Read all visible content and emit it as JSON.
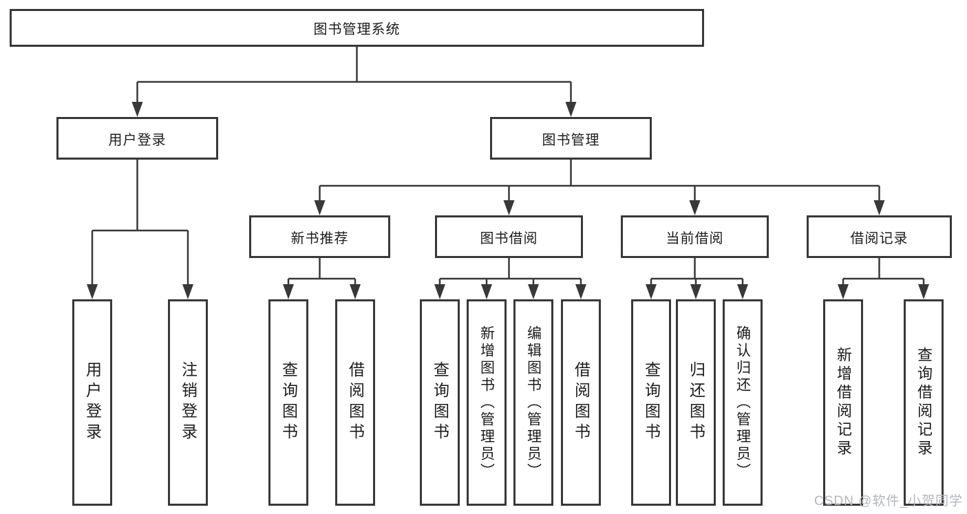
{
  "diagram_title": "图书管理系统",
  "root": {
    "label": "图书管理系统"
  },
  "level2": {
    "user_login": {
      "label": "用户登录"
    },
    "book_mgmt": {
      "label": "图书管理"
    }
  },
  "level3": {
    "new_books": {
      "label": "新书推荐"
    },
    "book_borrow": {
      "label": "图书借阅"
    },
    "current_borrow": {
      "label": "当前借阅"
    },
    "borrow_records": {
      "label": "借阅记录"
    }
  },
  "leaves": {
    "user_login_leaf": {
      "label": "用户登录"
    },
    "logout": {
      "label": "注销登录"
    },
    "query_books_1": {
      "label": "查询图书"
    },
    "borrow_books_1": {
      "label": "借阅图书"
    },
    "query_books_2": {
      "label": "查询图书"
    },
    "add_books_admin": {
      "label": "新增图书（管理员）"
    },
    "edit_books_admin": {
      "label": "编辑图书（管理员）"
    },
    "borrow_books_2": {
      "label": "借阅图书"
    },
    "query_books_3": {
      "label": "查询图书"
    },
    "return_books": {
      "label": "归还图书"
    },
    "confirm_return_admin": {
      "label": "确认归还（管理员）"
    },
    "add_borrow_record": {
      "label": "新增借阅记录"
    },
    "query_borrow_record": {
      "label": "查询借阅记录"
    }
  },
  "watermark": {
    "text": "CSDN @软件_小贺同学"
  },
  "colors": {
    "line": "#383838",
    "box_border": "#383838",
    "text": "#1c1c1c",
    "watermark": "#b3b6bb",
    "background": "#ffffff"
  }
}
